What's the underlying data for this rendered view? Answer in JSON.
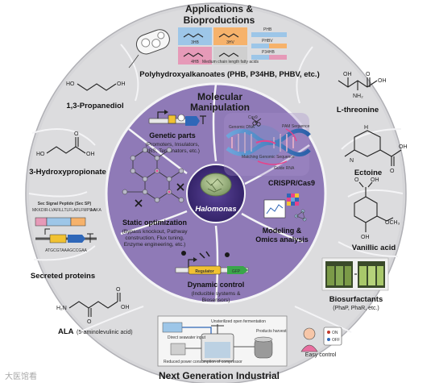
{
  "outer": {
    "title_line1": "Applications &",
    "title_line2": "Bioproductions",
    "bottom_title": "Next Generation Industrial",
    "pha_label": "Polyhydroxyalkanoates (PHB, P34HB, PHBV, etc.)",
    "pha_boxes": [
      "3HB",
      "3HV",
      "4HB",
      "Medium chain length fatty acids"
    ],
    "pha_legend": [
      "PHB",
      "PHBV",
      "P34HB"
    ],
    "propanediol": "1,3-Propanediol",
    "hydroxypropionate": "3-Hydroxypropionate",
    "secreted": "Secreted proteins",
    "signal_peptide": "Sec Signal Peptide (Sec SP)",
    "signal_seq_left": "MKKDIR-LVAFILLTLFLAFLFMPS-AKA",
    "signal_seq_right": "AA",
    "dna_seq": "ATGCGTAAAGCCGAA",
    "ala": "ALA",
    "ala_sub": "(5-aminolevulinic acid)",
    "threonine": "L-threonine",
    "ectoine": "Ectoine",
    "vanillic": "Vanillic acid",
    "biosurfactants": "Biosurfactants",
    "biosurfactants_sub": "(PhaP, PhaR, etc.)",
    "seawater": "Direct seawater input",
    "unsterilized": "Unsterilized open fermentation",
    "reduced_power": "Reduced power consumption of compressor",
    "products_harvest": "Products harvest",
    "easy_control": "Easy control",
    "on_label": "ON",
    "off_label": "OFF",
    "watermark": "大医馆看"
  },
  "inner": {
    "title_line1": "Molecular",
    "title_line2": "Manipulation",
    "genetic_parts": "Genetic parts",
    "genetic_sub1": "(Promoters, Insulators,",
    "genetic_sub2": "RBS, Terminators, etc.)",
    "crispr": "CRISPR/Cas9",
    "cas9": "Cas9",
    "genomic_dna": "Genomic DNA",
    "pam": "PAM Sequence",
    "matching": "Matching Genomic Sequence",
    "guide_rna": "Guide RNA",
    "static_opt": "Static optimization",
    "static_sub1": "(Bypass knockout, Pathway",
    "static_sub2": "construction, Flux tuning,",
    "static_sub3": "Enzyme engineering, etc.)",
    "center": "Halomonas",
    "modeling1": "Modeling &",
    "modeling2": "Omics analysis",
    "dynamic": "Dynamic control",
    "dynamic_sub1": "(Inducible systems &",
    "dynamic_sub2": "Biosensors)",
    "regulator": "Regulator",
    "gfp": "GFP"
  },
  "colors": {
    "ring_outer": "#d4d4d7",
    "ring_border": "#a9a9ae",
    "ring_inner": "#8f79b6",
    "ring_inner_dark": "#6f5a9b",
    "center_fill": "#3c2a74",
    "accent_pink": "#e7438b",
    "accent_blue": "#2f67b8"
  }
}
